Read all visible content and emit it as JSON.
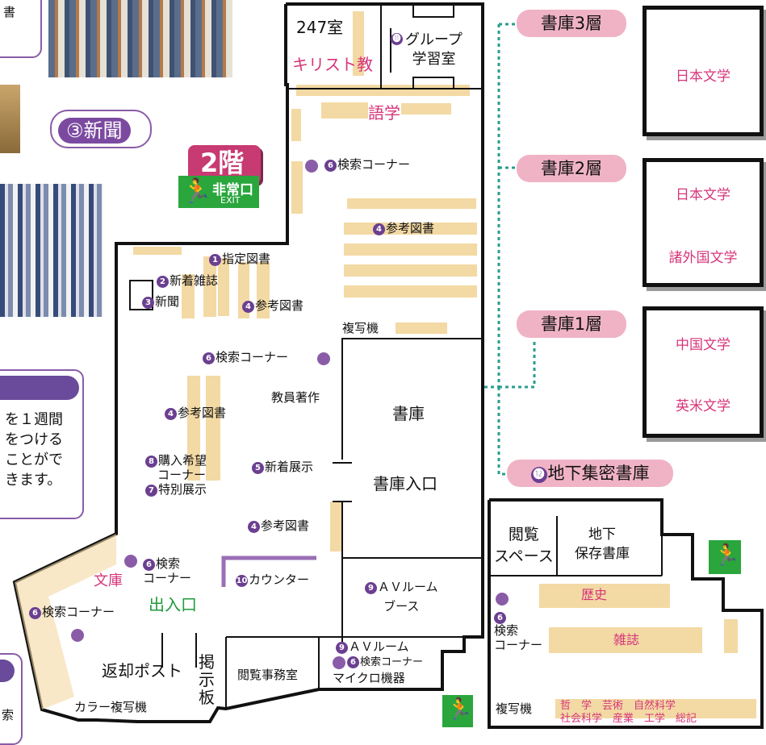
{
  "floor_badge": "2階",
  "emergency_exit": {
    "main": "非常口",
    "sub": "EXIT"
  },
  "callouts": {
    "newspaper": "③新聞",
    "top_left_fragment": "書",
    "info_lines": [
      "を１週間",
      "をつける",
      "ことがで",
      "きます。"
    ],
    "bottom_left_fragment": "索"
  },
  "rooms": {
    "room247": "247室",
    "christianity": "キリスト教",
    "group_study": "グループ\n学習室",
    "group_study_num": "⓫",
    "languages": "語学",
    "copier": "複写機",
    "stacks": "書庫",
    "stacks_entrance": "書庫入口",
    "faculty_works": "教員著作",
    "av_room_booth": "ＡＶルーム\nブース",
    "av_room": "ＡＶルーム",
    "micro": "マイクロ機器",
    "reading_office": "閲覧事務室",
    "bunko": "文庫",
    "entrance": "出入口",
    "return_post": "返却ポスト",
    "bulletin": "掲\n示\n板",
    "color_copier": "カラー複写機"
  },
  "labels": {
    "search_top": "検索コーナー",
    "reference_1": "参考図書",
    "designated": "指定図書",
    "new_magazines": "新着雑誌",
    "newspaper": "新聞",
    "reference_2": "参考図書",
    "search_mid": "検索コーナー",
    "reference_3": "参考図書",
    "purchase": "購入希望\n　コーナー",
    "new_display": "新着展示",
    "special_display": "特別展示",
    "reference_4": "参考図書",
    "search_lower": "検索\nコーナー",
    "counter": "カウンター",
    "search_left": "検索コーナー",
    "search_micro": "検索コーナー"
  },
  "numbers": {
    "n1": "1",
    "n2": "2",
    "n3": "3",
    "n4": "4",
    "n5": "5",
    "n6": "6",
    "n7": "7",
    "n8": "8",
    "n9": "9",
    "n10": "10"
  },
  "stacks_levels": [
    {
      "name": "書庫3層",
      "genres": [
        "日本文学"
      ]
    },
    {
      "name": "書庫2層",
      "genres": [
        "日本文学",
        "諸外国文学"
      ]
    },
    {
      "name": "書庫1層",
      "genres": [
        "中国文学",
        "英米文学"
      ]
    }
  ],
  "basement": {
    "title": "地下集密書庫",
    "title_num": "⓬",
    "reading_space": "閲覧\nスペース",
    "storage": "地下\n保存書庫",
    "history": "歴史",
    "magazines": "雑誌",
    "search": "検索\nコーナー",
    "search_num": "6",
    "copier": "複写機",
    "bottom_genres": [
      "哲　学　芸術　自然科学",
      "社会科学　産業　工学　総記"
    ]
  },
  "colors": {
    "shelf": "#f3d9a4",
    "pink": "#d6357a",
    "purple": "#8a5ca8",
    "exit_green": "#2aa63d",
    "pill": "#f0b3c6",
    "teal_line": "#2a9d8f"
  }
}
